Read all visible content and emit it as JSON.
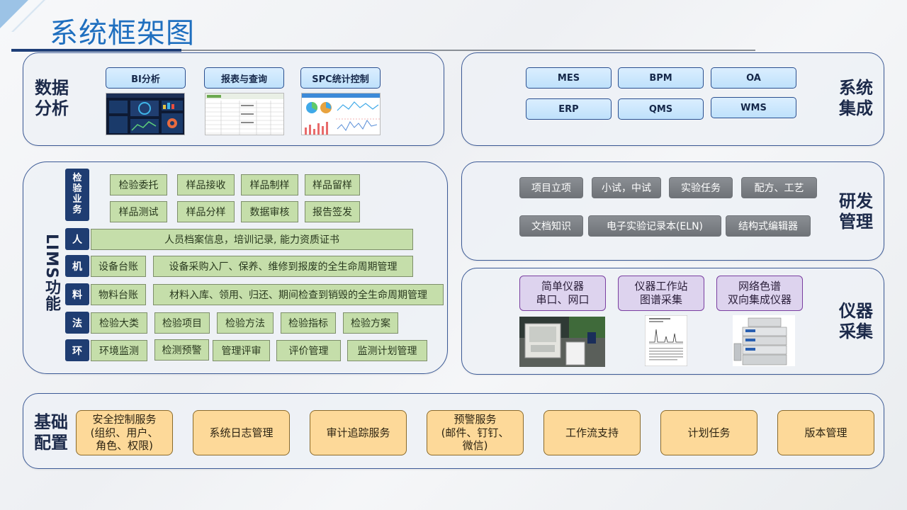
{
  "title": "系统框架图",
  "data_analysis": {
    "label_lines": [
      "数据",
      "分析"
    ],
    "items": [
      {
        "label": "BI分析"
      },
      {
        "label": "报表与查询"
      },
      {
        "label": "SPC统计控制"
      }
    ]
  },
  "system_integration": {
    "label_lines": [
      "系统",
      "集成"
    ],
    "items": [
      "MES",
      "BPM",
      "OA",
      "ERP",
      "QMS",
      "WMS"
    ]
  },
  "lims": {
    "vertical_label": "LIMS功能",
    "inspection_business": {
      "badge": "检验业务",
      "row1": [
        "检验委托",
        "样品接收",
        "样品制样",
        "样品留样"
      ],
      "row2": [
        "样品测试",
        "样品分样",
        "数据审核",
        "报告签发"
      ]
    },
    "people": {
      "badge": "人",
      "items": [
        "人员档案信息，培训记录, 能力资质证书"
      ]
    },
    "machine": {
      "badge": "机",
      "items": [
        "设备台账",
        "设备采购入厂、保养、维修到报废的全生命周期管理"
      ]
    },
    "material": {
      "badge": "料",
      "items": [
        "物料台账",
        "材料入库、领用、归还、期间检查到销毁的全生命周期管理"
      ]
    },
    "method": {
      "badge": "法",
      "items": [
        "检验大类",
        "检验项目",
        "检验方法",
        "检验指标",
        "检验方案"
      ]
    },
    "environment": {
      "badge": "环",
      "items": [
        "环境监测",
        "检测预警",
        "管理评审",
        "评价管理",
        "监测计划管理"
      ]
    }
  },
  "rnd_management": {
    "label_lines": [
      "研发",
      "管理"
    ],
    "row1": [
      "项目立项",
      "小试，中试",
      "实验任务",
      "配方、工艺"
    ],
    "row2": [
      "文档知识",
      "电子实验记录本(ELN)",
      "结构式编辑器"
    ]
  },
  "instrument_collection": {
    "label_lines": [
      "仪器",
      "采集"
    ],
    "items": [
      {
        "lines": [
          "简单仪器",
          "串口、网口"
        ]
      },
      {
        "lines": [
          "仪器工作站",
          "图谱采集"
        ]
      },
      {
        "lines": [
          "网络色谱",
          "双向集成仪器"
        ]
      }
    ]
  },
  "base_config": {
    "label_lines": [
      "基础",
      "配置"
    ],
    "items": [
      {
        "lines": [
          "安全控制服务",
          "(组织、用户、",
          "角色、权限)"
        ]
      },
      {
        "lines": [
          "系统日志管理"
        ]
      },
      {
        "lines": [
          "审计追踪服务"
        ]
      },
      {
        "lines": [
          "预警服务",
          "(邮件、钉钉、",
          "微信)"
        ]
      },
      {
        "lines": [
          "工作流支持"
        ]
      },
      {
        "lines": [
          "计划任务"
        ]
      },
      {
        "lines": [
          "版本管理"
        ]
      }
    ]
  },
  "colors": {
    "title_blue": "#1f6fbf",
    "panel_border": "#3c5a96",
    "green_box": "#c5deaa",
    "dark_badge": "#1f3d72",
    "gray_button": "#7b7f84",
    "purple_box": "#ddd3ee",
    "orange_box": "#fdd999"
  }
}
